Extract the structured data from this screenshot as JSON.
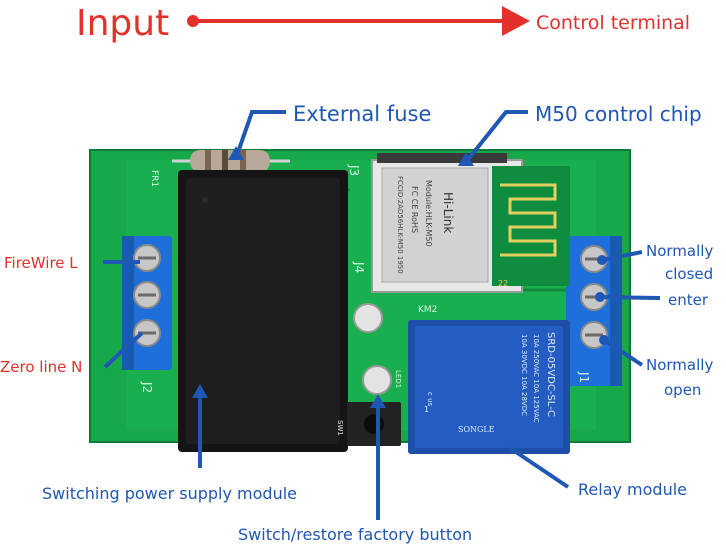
{
  "header": {
    "input_label": "Input",
    "control_label": "Control terminal"
  },
  "callouts": {
    "external_fuse": "External fuse",
    "m50_chip": "M50 control chip",
    "firewire_l": "FireWire L",
    "zero_line_n": "Zero line N",
    "normally_closed_1": "Normally",
    "normally_closed_2": "closed",
    "enter": "enter",
    "normally_open_1": "Normally",
    "normally_open_2": "open",
    "switching_psu": "Switching power supply module",
    "relay_module": "Relay module",
    "factory_button": "Switch/restore factory button"
  },
  "board_markings": {
    "fr1": "FR1",
    "j3": "J3",
    "j4": "J4",
    "j2": "J2",
    "j1": "J1",
    "km2": "KM2",
    "led1": "LED1",
    "sw1": "SW1",
    "chip_text_1": "FCCID:2AD56HLK-M50 1950",
    "chip_text_2": "FC  CE  RoHS",
    "chip_text_3": "Module:HLK-M50",
    "chip_brand": "Hi-Link",
    "relay_model": "SRD-05VDC-SL-C",
    "relay_rating_1": "10A 250VAC  10A 125VAC",
    "relay_rating_2": "10A 30VDC   10A 28VDC",
    "relay_brand": "SONGLE",
    "relay_cert": "c us",
    "relay_pin_a": "1",
    "relay_pin_b": "22"
  },
  "colors": {
    "red": "#e4302b",
    "blue": "#1f57b5",
    "pcb_green": "#17a84a",
    "terminal_blue": "#1e6fd9",
    "relay_blue": "#1d4fa8"
  }
}
